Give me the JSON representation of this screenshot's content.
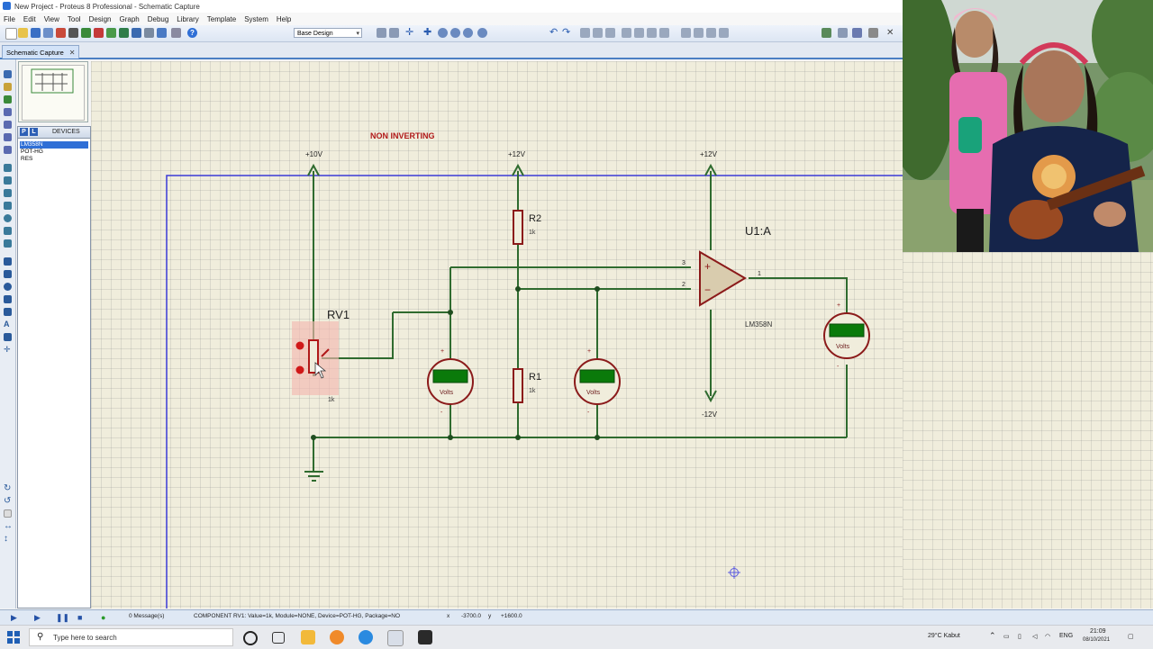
{
  "window": {
    "title": "New Project - Proteus 8 Professional - Schematic Capture"
  },
  "menu": [
    "File",
    "Edit",
    "View",
    "Tool",
    "Design",
    "Graph",
    "Debug",
    "Library",
    "Template",
    "System",
    "Help"
  ],
  "toolbar": {
    "design_select": "Base Design"
  },
  "tab": {
    "label": "Schematic Capture"
  },
  "device_panel": {
    "p_label": "P",
    "l_label": "L",
    "header": "DEVICES",
    "items": [
      "LM358N",
      "POT-HG",
      "RES"
    ],
    "selected": 0
  },
  "schematic": {
    "title": "NON INVERTING",
    "rails": {
      "v10": "+10V",
      "v12a": "+12V",
      "v12b": "+12V",
      "vneg12": "-12V"
    },
    "rv1": {
      "name": "RV1",
      "value": "1k"
    },
    "r2": {
      "name": "R2",
      "value": "1k"
    },
    "r1": {
      "name": "R1",
      "value": "1k"
    },
    "u1": {
      "name": "U1:A",
      "part": "LM358N",
      "pin_plus": "3",
      "pin_minus": "2",
      "pin_out": "1"
    },
    "voltmeter_label": "Volts",
    "plus": "+",
    "minus": "-",
    "opamp_plus": "+",
    "opamp_minus": "−"
  },
  "status": {
    "messages": "0 Message(s)",
    "component_info": "COMPONENT RV1: Value=1k, Module=NONE, Device=POT-HG, Package=NO",
    "x_label": "x",
    "x_value": "-3700.0",
    "y_label": "y",
    "y_value": "+1600.0"
  },
  "taskbar": {
    "search_placeholder": "Type here to search",
    "weather": "29°C  Kabut",
    "lang": "ENG",
    "time": "21:09",
    "date": "08/10/2021"
  },
  "colors": {
    "wire": "#2f6b2f",
    "rail_line": "#3b3bd6",
    "component": "#8b1a1a",
    "canvas": "#f0eddc",
    "meter_display": "#0a7a0a"
  }
}
